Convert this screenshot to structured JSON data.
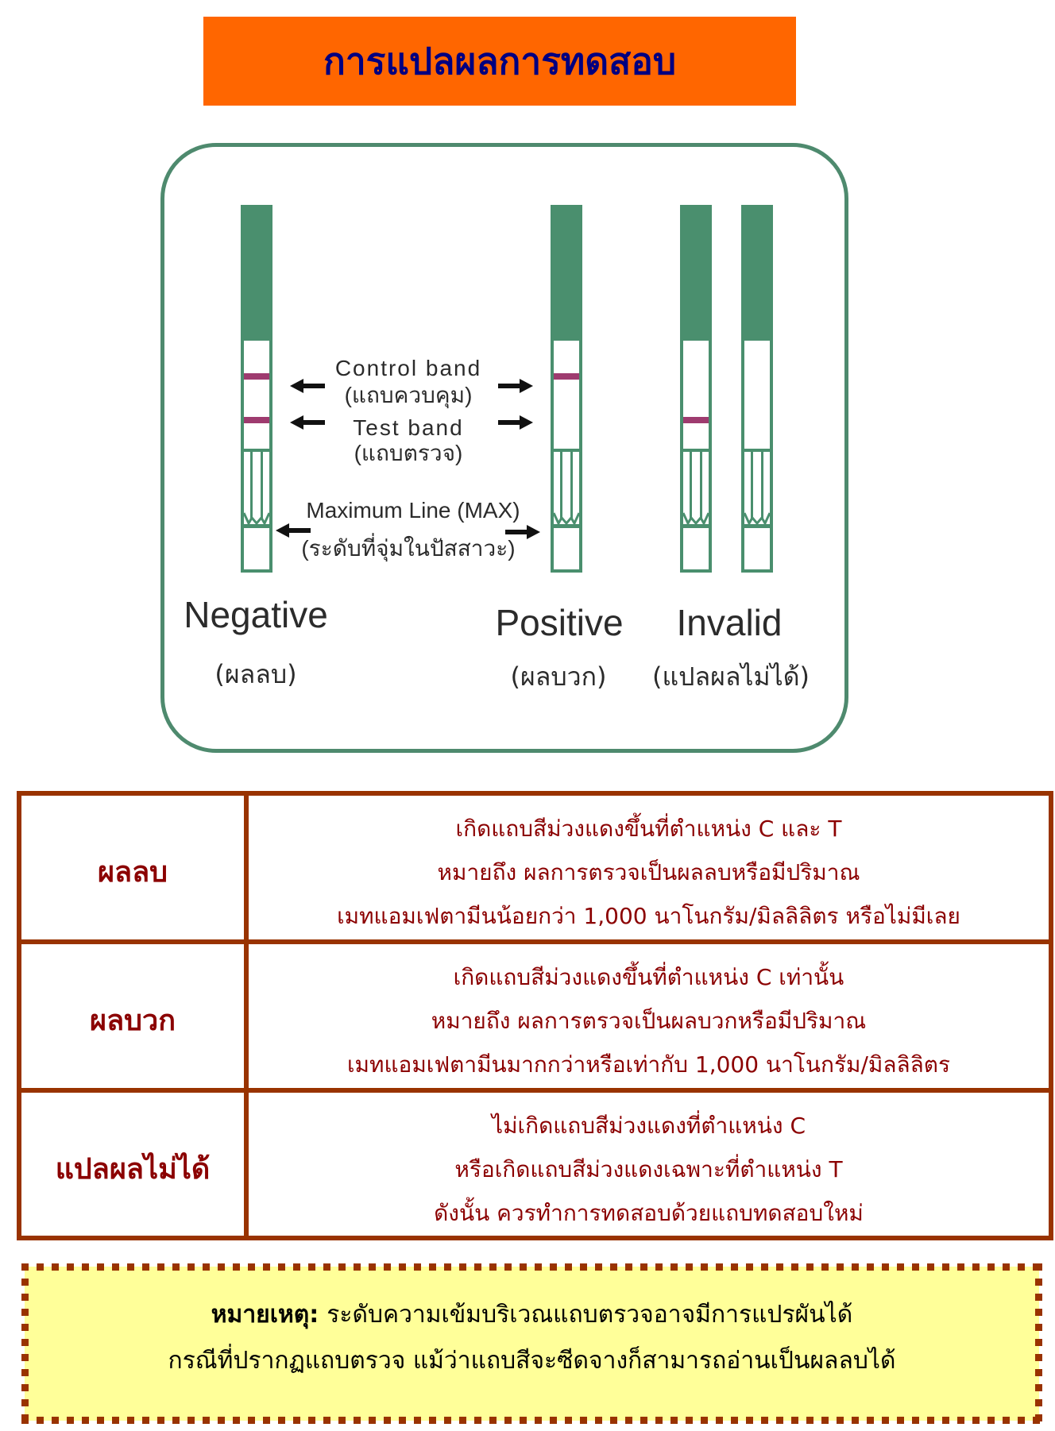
{
  "title": "การแปลผลการทดสอบ",
  "diagram": {
    "labels": {
      "control_band": "Control band",
      "control_band_th": "(แถบควบคุม)",
      "test_band": "Test band",
      "test_band_th": "(แถบตรวจ)",
      "max_line": "Maximum Line (MAX)",
      "max_line_th": "(ระดับที่จุ่มในปัสสาวะ)"
    },
    "results": [
      {
        "label": "Negative",
        "label_th": "(ผลลบ)",
        "strips": [
          {
            "control_band": "visible",
            "test_band": "visible"
          }
        ]
      },
      {
        "label": "Positive",
        "label_th": "(ผลบวก)",
        "strips": [
          {
            "control_band": "visible",
            "test_band": "hidden"
          }
        ]
      },
      {
        "label": "Invalid",
        "label_th": "(แปลผลไม่ได้)",
        "strips": [
          {
            "control_band": "hidden",
            "test_band": "visible"
          },
          {
            "control_band": "hidden",
            "test_band": "hidden"
          }
        ]
      }
    ]
  },
  "table": {
    "rows": [
      {
        "result": "ผลลบ",
        "lines": [
          "เกิดแถบสีม่วงแดงขึ้นที่ตำแหน่ง C และ T",
          "หมายถึง ผลการตรวจเป็นผลลบหรือมีปริมาณ",
          "เมทแอมเฟตามีนน้อยกว่า 1,000 นาโนกรัม/มิลลิลิตร หรือไม่มีเลย"
        ]
      },
      {
        "result": "ผลบวก",
        "lines": [
          "เกิดแถบสีม่วงแดงขึ้นที่ตำแหน่ง C เท่านั้น",
          "หมายถึง ผลการตรวจเป็นผลบวกหรือมีปริมาณ",
          "เมทแอมเฟตามีนมากกว่าหรือเท่ากับ 1,000 นาโนกรัม/มิลลิลิตร"
        ]
      },
      {
        "result": "แปลผลไม่ได้",
        "lines": [
          "ไม่เกิดแถบสีม่วงแดงที่ตำแหน่ง C",
          "หรือเกิดแถบสีม่วงแดงเฉพาะที่ตำแหน่ง T",
          "ดังนั้น ควรทำการทดสอบด้วยแถบทดสอบใหม่"
        ]
      }
    ]
  },
  "note": {
    "label": "หมายเหตุ:",
    "line1": "ระดับความเข้มบริเวณแถบตรวจอาจมีการแปรผันได้",
    "line2": "กรณีที่ปรากฏแถบตรวจ แม้ว่าแถบสีจะซีดจางก็สามารถอ่านเป็นผลลบได้"
  },
  "colors": {
    "banner": "#FF6600",
    "title": "#000080",
    "strip_green": "#4A8F6E",
    "band_magenta": "#9E3B6F",
    "table_border": "#993300",
    "table_text": "#8B0000",
    "note_background": "#FFFF99",
    "note_border": "#993300"
  }
}
